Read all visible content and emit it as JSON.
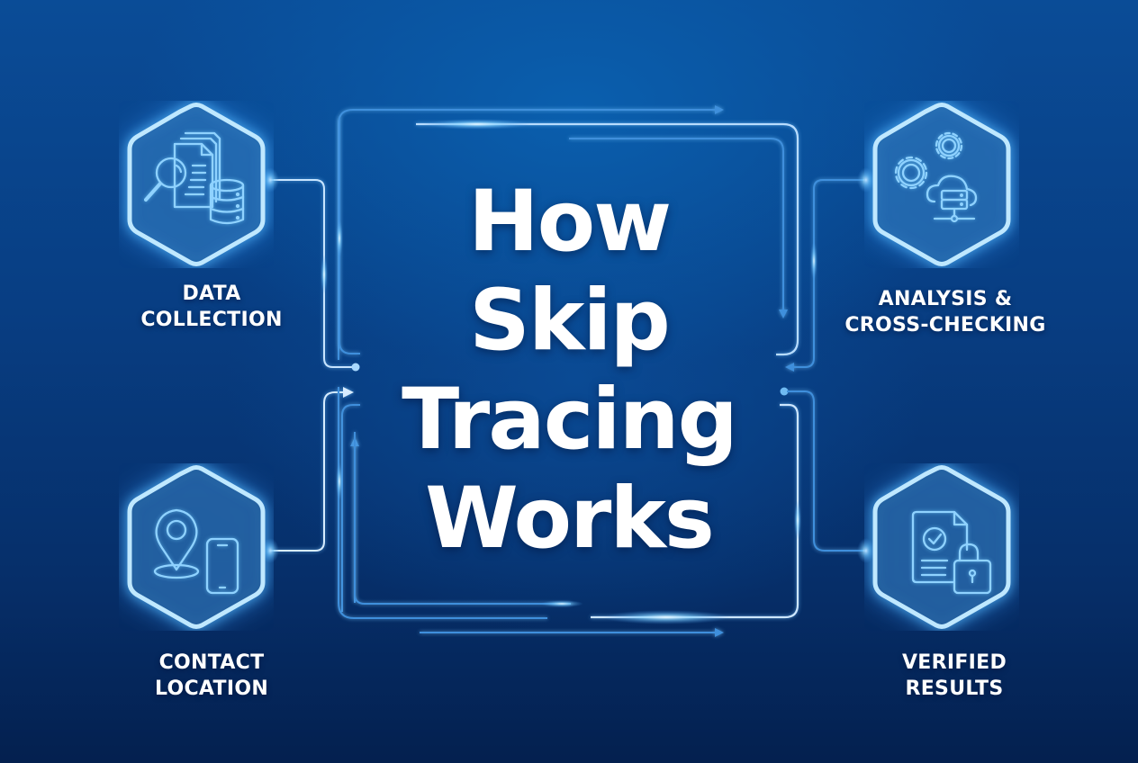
{
  "title": {
    "lines": [
      "How",
      "Skip",
      "Tracing",
      "Works"
    ]
  },
  "steps": [
    {
      "id": "data-collection",
      "position": "top-left",
      "label_lines": [
        "DATA",
        "COLLECTION"
      ],
      "icon": "magnifier-documents-database-icon"
    },
    {
      "id": "analysis",
      "position": "top-right",
      "label_lines": [
        "ANALYSIS &",
        "CROSS-CHECKING"
      ],
      "icon": "gears-cloud-server-icon"
    },
    {
      "id": "contact-location",
      "position": "bottom-left",
      "label_lines": [
        "CONTACT",
        "LOCATION"
      ],
      "icon": "map-pin-phone-icon"
    },
    {
      "id": "verified-results",
      "position": "bottom-right",
      "label_lines": [
        "VERIFIED",
        "RESULTS"
      ],
      "icon": "document-check-lock-icon"
    }
  ],
  "colors": {
    "background_top": "#0a4c97",
    "background_bottom": "#04204f",
    "hex_glow": "#7fd0ff",
    "line_blue": "#3f8fdc",
    "line_light": "#cfe8ff",
    "text": "#ffffff"
  }
}
